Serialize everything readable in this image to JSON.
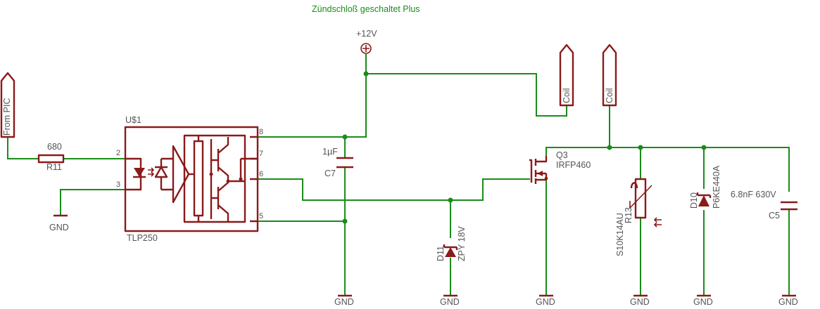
{
  "title": "Zündschloß geschaltet Plus",
  "supply": {
    "label": "+12V"
  },
  "ports": {
    "from_pic": "From PIC",
    "coil_1": "Coil",
    "coil_2": "Coil"
  },
  "ic": {
    "name": "U$1",
    "part": "TLP250",
    "pins": {
      "p2": "2",
      "p3": "3",
      "p5": "5",
      "p6": "6",
      "p7": "7",
      "p8": "8"
    }
  },
  "resistor": {
    "ref": "R11",
    "value": "680"
  },
  "capacitor_c7": {
    "ref": "C7",
    "value": "1µF"
  },
  "zener": {
    "ref": "D11",
    "value": "ZPY 18V"
  },
  "mosfet": {
    "ref": "Q3",
    "value": "IRFP460"
  },
  "varistor": {
    "ref": "R13",
    "value": "S10K14AU"
  },
  "tvs": {
    "ref": "D10",
    "value": "P6KE440A"
  },
  "capacitor_c5": {
    "ref": "C5",
    "value": "6.8nF 630V"
  },
  "ground_label": "GND",
  "colors": {
    "wire": "#1a8c1a",
    "part": "#8b1a1a",
    "text": "#555555"
  }
}
